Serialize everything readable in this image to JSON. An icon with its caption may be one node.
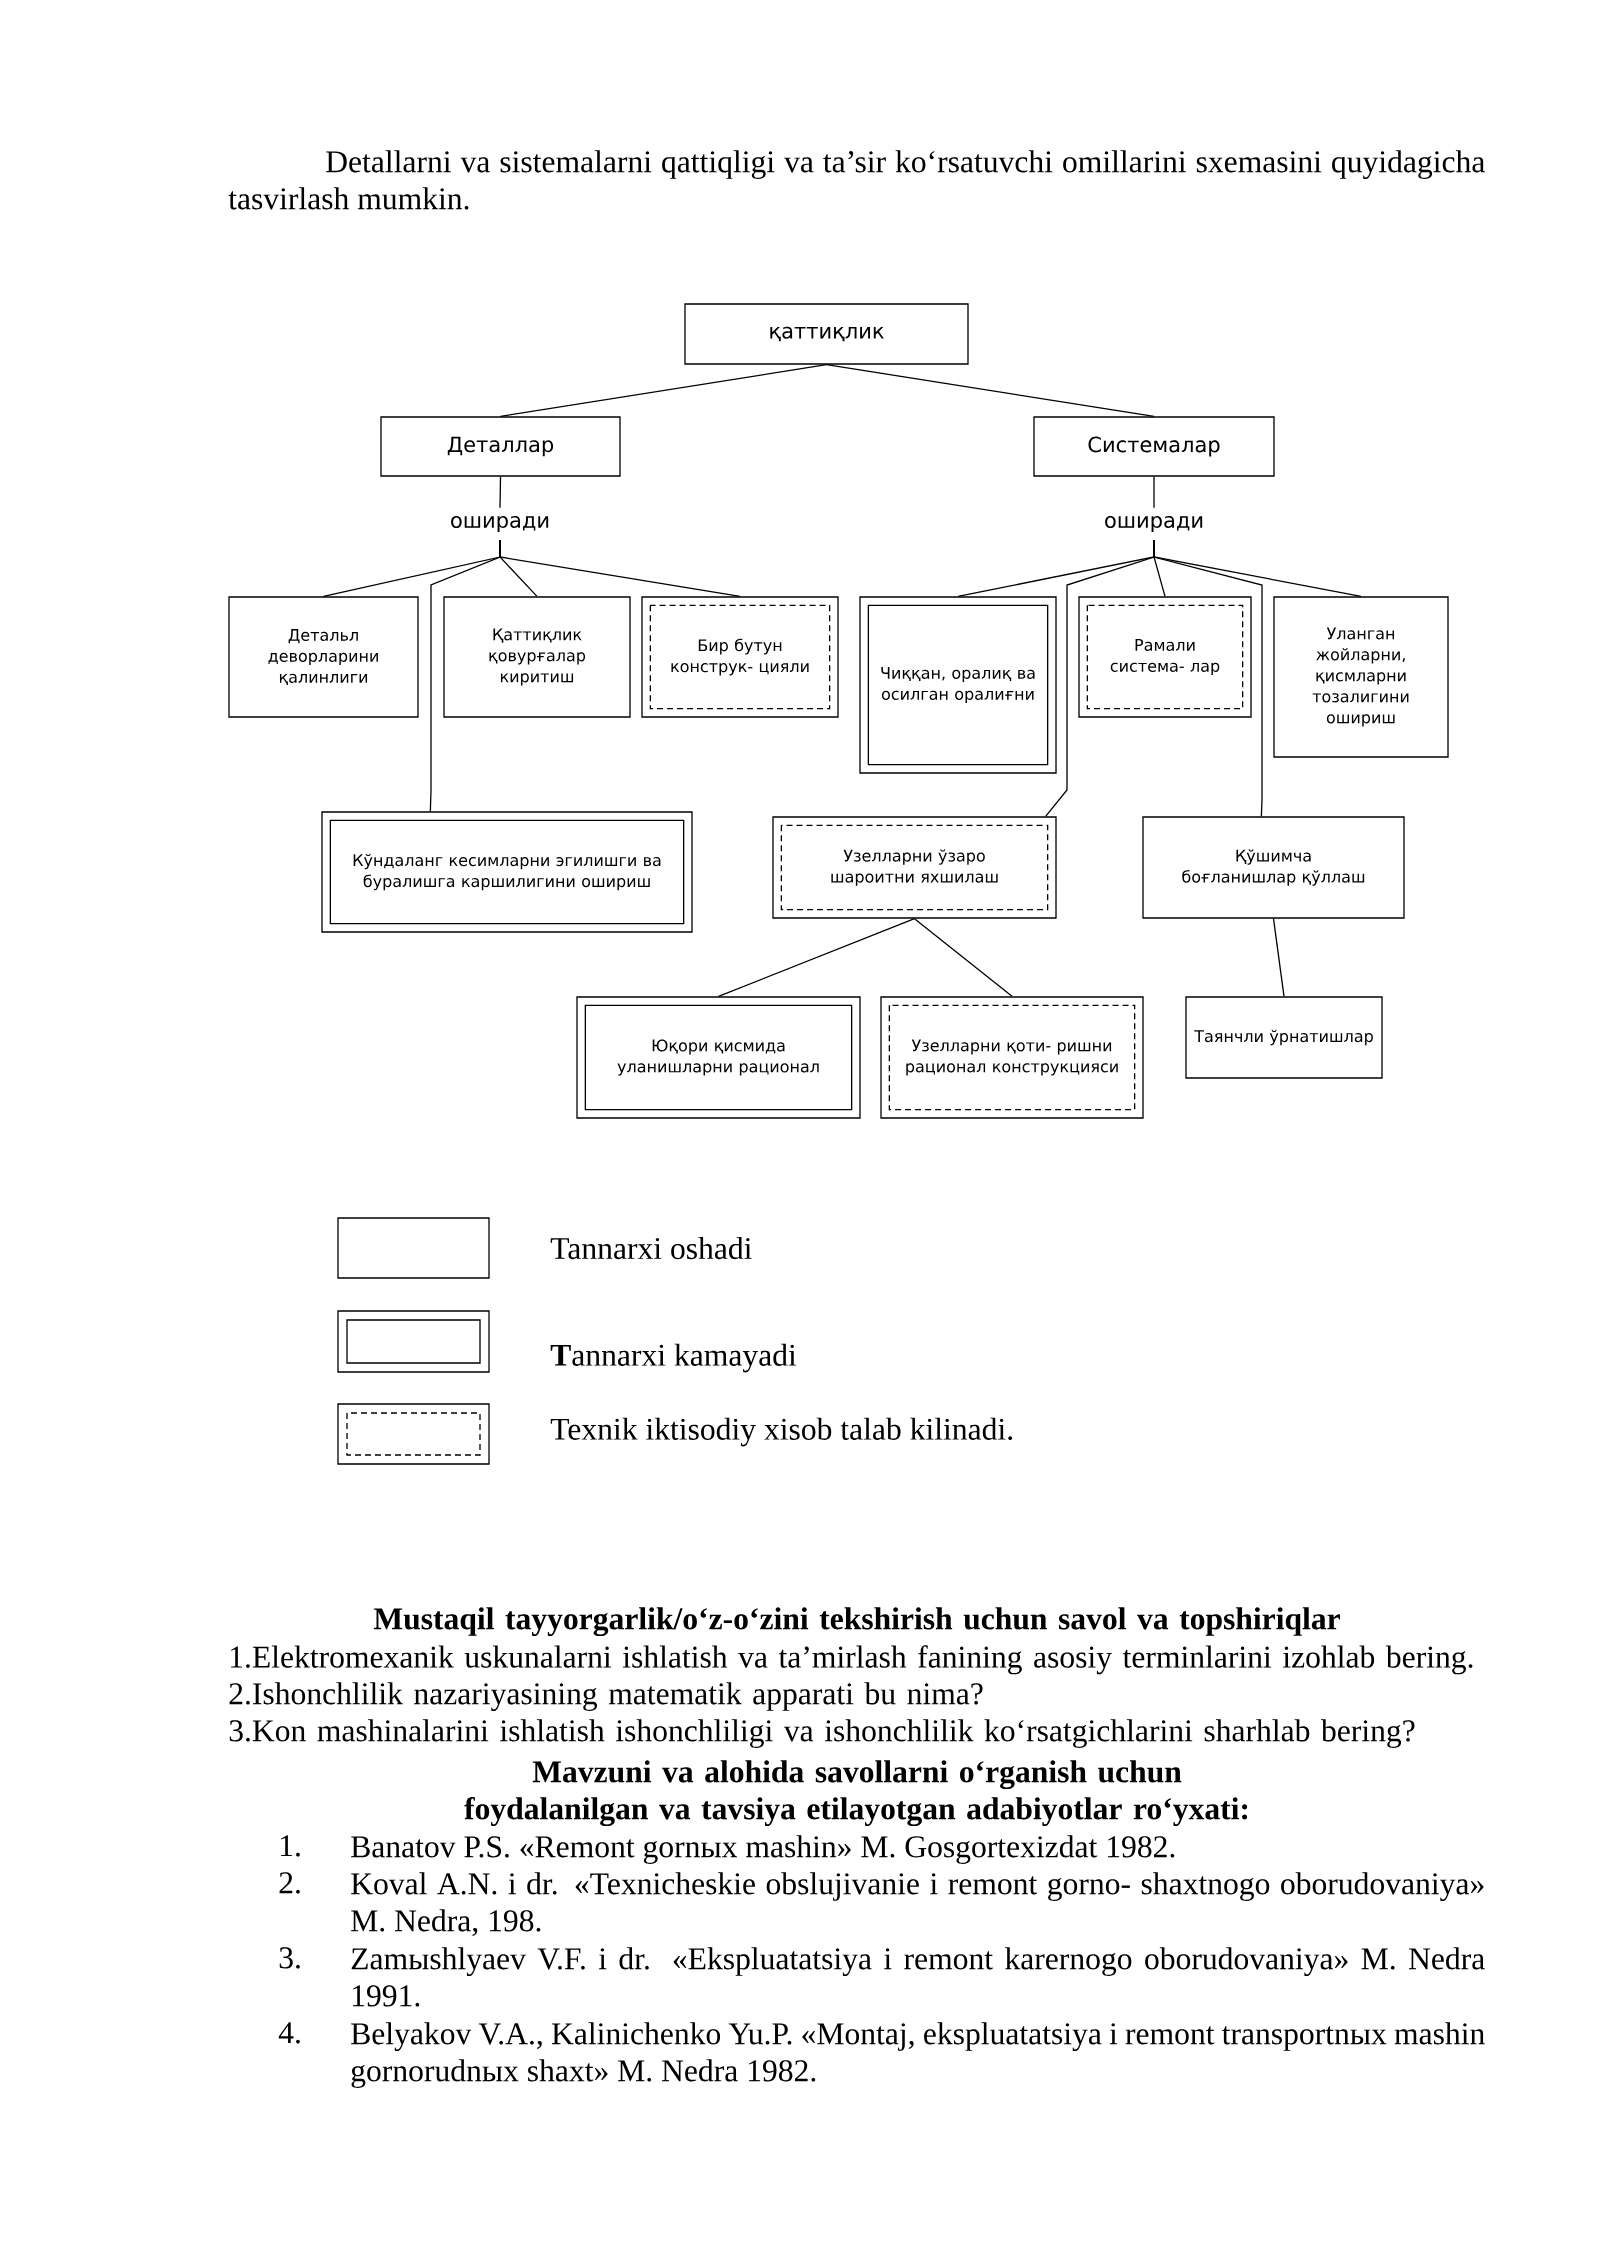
{
  "diagram": {
    "nodes": [
      {
        "text": [
          "қаттиқлик"
        ]
      },
      {
        "text": [
          "Деталлар"
        ]
      },
      {
        "text": [
          "Системалар"
        ]
      },
      {
        "text": [
          "оширади"
        ]
      },
      {
        "text": [
          "оширади"
        ]
      },
      {
        "text": [
          "Детальл деворларини қалинлиги"
        ]
      },
      {
        "text": [
          "Қаттиқлик қовурғалар киритиш"
        ]
      },
      {
        "text": [
          "Бир бутун конструк- цияли"
        ]
      },
      {
        "text": [
          "Чиққан, оралиқ ва осилган оралиғни"
        ]
      },
      {
        "text": [
          "Рамали система- лар"
        ]
      },
      {
        "text": [
          "Уланган жойларни, қисмларни тозалигини ошириш"
        ]
      },
      {
        "text": [
          "Кўндаланг кесимларни эгилишги ва буралишга каршилигини ошириш"
        ]
      },
      {
        "text": [
          "Узелларни ўзаро шароитни яхшилаш"
        ]
      },
      {
        "text": [
          "Қўшимча боғланишлар қўллаш"
        ]
      },
      {
        "text": [
          "Юқори қисмида уланишларни рационал"
        ]
      },
      {
        "text": [
          "Узелларни қоти- ришни рационал конструкцияси"
        ]
      },
      {
        "text": [
          "Таянчли ўрнатишлар"
        ]
      }
    ],
    "edges": [
      {
        "from": 0,
        "to": 1,
        "arrow": "none"
      },
      {
        "from": 0,
        "to": 2,
        "arrow": "none"
      },
      {
        "from": 1,
        "to": 3,
        "arrow": "none"
      },
      {
        "from": 2,
        "to": 4,
        "arrow": "none"
      },
      {
        "from": 3,
        "to": 5,
        "arrow": "none"
      },
      {
        "from": 3,
        "to": 6,
        "arrow": "none"
      },
      {
        "from": 3,
        "to": 7,
        "arrow": "none"
      },
      {
        "from": 3,
        "to": 11,
        "arrow": "none"
      },
      {
        "from": 4,
        "to": 8,
        "arrow": "none"
      },
      {
        "from": 4,
        "to": 9,
        "arrow": "none"
      },
      {
        "from": 4,
        "to": 10,
        "arrow": "none"
      },
      {
        "from": 4,
        "to": 12,
        "arrow": "none"
      },
      {
        "from": 4,
        "to": 13,
        "arrow": "none"
      },
      {
        "from": 12,
        "to": 14,
        "arrow": "none"
      },
      {
        "from": 12,
        "to": 15,
        "arrow": "none"
      },
      {
        "from": 13,
        "to": 16,
        "arrow": "none"
      }
    ],
    "labels": [
      "Detallarni va sistemalarni qattiqligi va ta’sir ko‘rsatuvchi omillarini sxemasini quyidagicha tasvirlash mumkin.",
      "Mustaqil tayyorgarlik/o‘z-o‘zini tekshirish uchun savol va topshiriqlar",
      "1.Elektromexanik uskunalarni ishlatish va ta’mirlash fanining asosiy terminlarini izohlab bering.",
      "2.Ishonchlilik nazariyasining matematik apparati bu nima?",
      "3.Kon mashinalarini ishlatish ishonchliligi va ishonchlilik ko‘rsatgichlarini sharhlab bering?",
      "Mavzuni va alohida savollarni o‘rganish uchun foydalanilgan va tavsiya etilayotgan adabiyotlar ro‘yxati:",
      "1.",
      "Banatov P.S. «Remont gornых mashin» M. Gosgortexizdat 1982.",
      "2.",
      "Koval A.N. i dr. «Texnicheskie obslujivanie i remont gorno- shaxtnogo oborudovaniya» M. Nedra, 198.",
      "3.",
      "Zamыshlyaev V.F. i dr. «Ekspluatatsiya i remont karernogo oborudovaniya» M. Nedra 1991.",
      "4.",
      "Belyakov V.A., Kalinichenko Yu.P. «Montaj, ekspluatatsiya i remont transportnых mashin gornorudnых shaxt» M. Nedra 1982."
    ],
    "legend": [
      {
        "text": "Tannarxi oshadi"
      },
      {
        "text": "**T**annarxi kamayadi"
      },
      {
        "text": "Texnik iktisodiy xisob talab kilinadi."
      }
    ]
  }
}
